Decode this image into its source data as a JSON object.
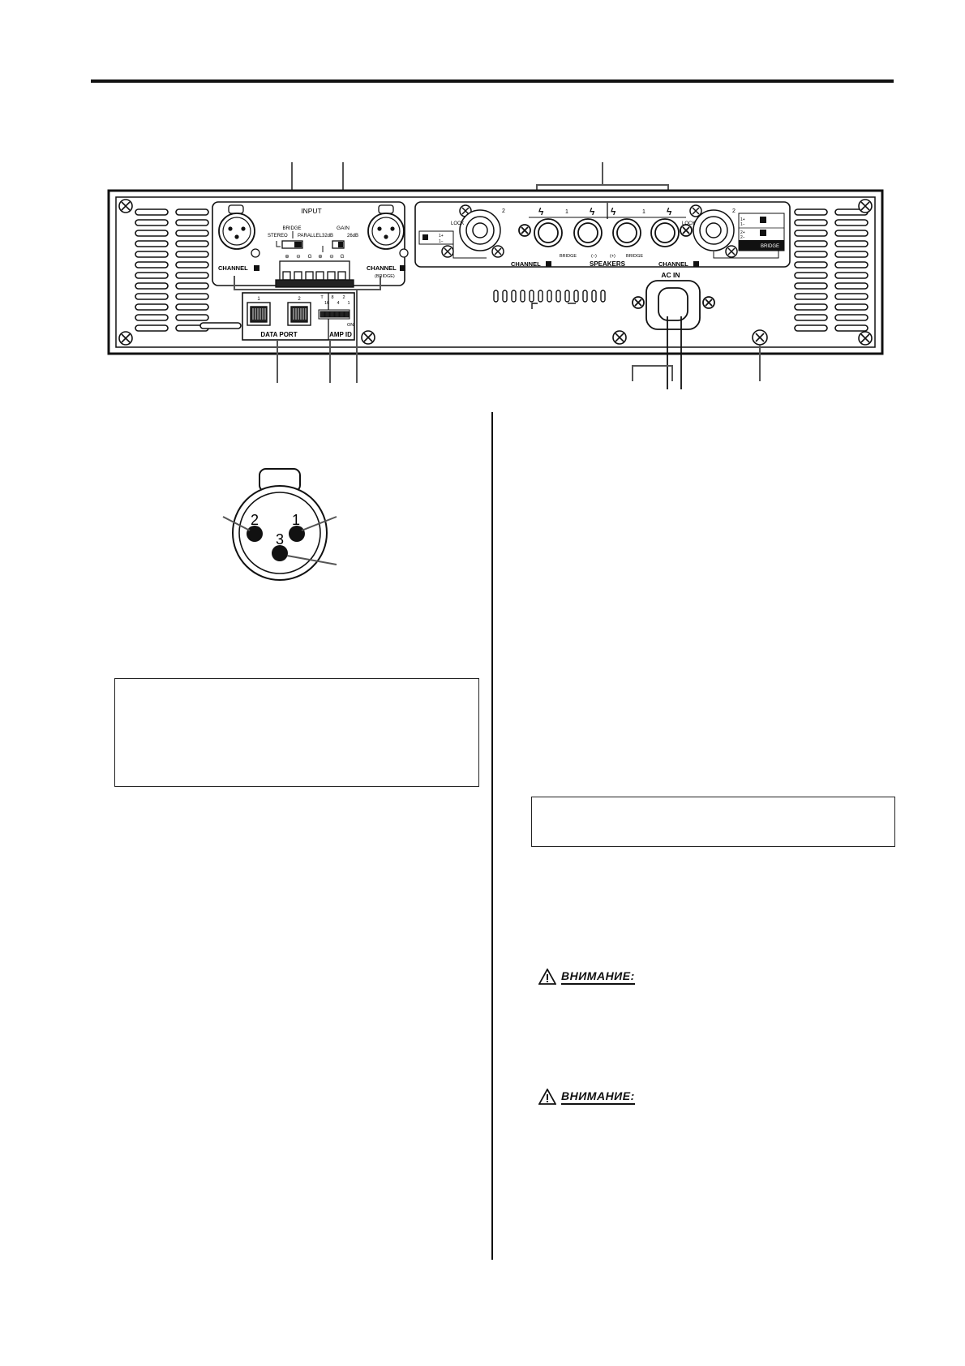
{
  "panel": {
    "input_label": "INPUT",
    "bridge_label": "BRIDGE",
    "stereo_label": "STEREO",
    "parallel_label": "PARALLEL",
    "gain_label": "GAIN",
    "gain_32": "32dB",
    "gain_26": "26dB",
    "channel_label": "CHANNEL",
    "channel_bridge_label": "(BRIDGE)",
    "terminal_labels": [
      "⊕",
      "⊖",
      "G",
      "⊕",
      "⊖",
      "G"
    ],
    "data_port_label": "DATA  PORT",
    "port_1": "1",
    "port_2": "2",
    "amp_id_label": "AMP  ID",
    "amp_id_bits": [
      "T",
      "8",
      "2",
      "16",
      "4",
      "1"
    ],
    "amp_id_on": "ON",
    "speakon_2": "2",
    "lock_label": "LOCK",
    "speakers_label": "SPEAKERS",
    "bridge_small": "BRIDGE",
    "ch_num_1": "1",
    "minus_paren": "(−)",
    "plus_paren": "(+)",
    "pin_legend_left": [
      "1+",
      "1−"
    ],
    "pin_legend_right": [
      "1+",
      "1−",
      "2+",
      "2−"
    ],
    "bridge_legend": "BRIDGE",
    "ac_in_label": "AC  IN"
  },
  "xlr": {
    "pin_1": "1",
    "pin_2": "2",
    "pin_3": "3"
  },
  "warnings": [
    {
      "label": "ВНИМАНИЕ:"
    },
    {
      "label": "ВНИМАНИЕ:"
    }
  ]
}
